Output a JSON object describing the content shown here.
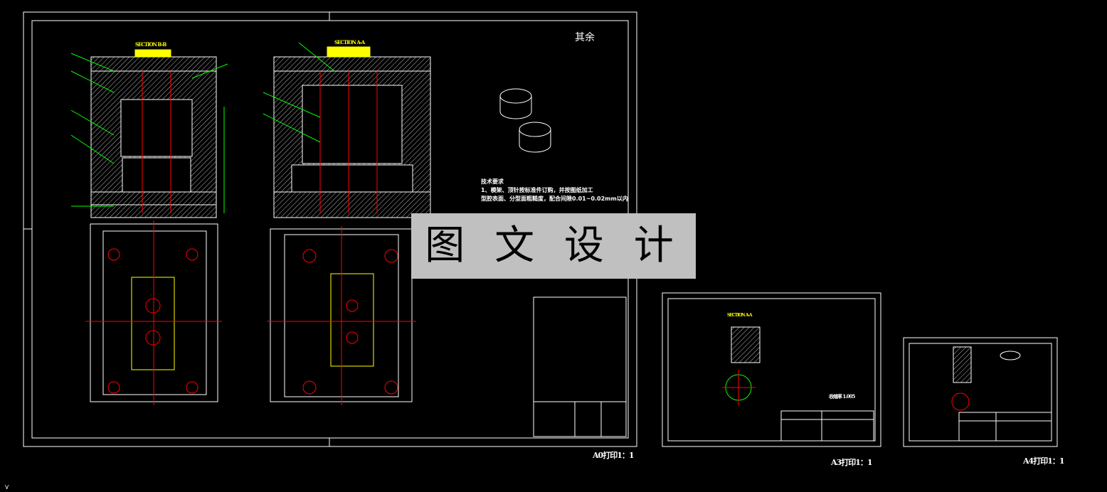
{
  "watermark": {
    "text": "图 文 设 计",
    "background": "#c0c0c0"
  },
  "main_sheet": {
    "label": "A0打印1：1",
    "roughness_note": "其余",
    "section_left": "SECTION B-B",
    "section_right": "SECTION A-A",
    "tech_notes": [
      "技术要求",
      "1、模架、顶针按标准件订购，并按图纸加工",
      "型腔表面、分型面粗糙度，配合间隙0.01~0.02mm以内"
    ]
  },
  "a3_sheet": {
    "label": "A3打印1：1",
    "section": "SECTION A-A",
    "note": "收缩率 1.005"
  },
  "a4_sheet": {
    "label": "A4打印1：1"
  },
  "colors": {
    "background": "#000000",
    "frame": "#ffffff",
    "hatch": "#ffffff",
    "dimension": "#00ff00",
    "centerline": "#ff0000",
    "leader": "#ffff00",
    "highlight": "#00ffff"
  }
}
